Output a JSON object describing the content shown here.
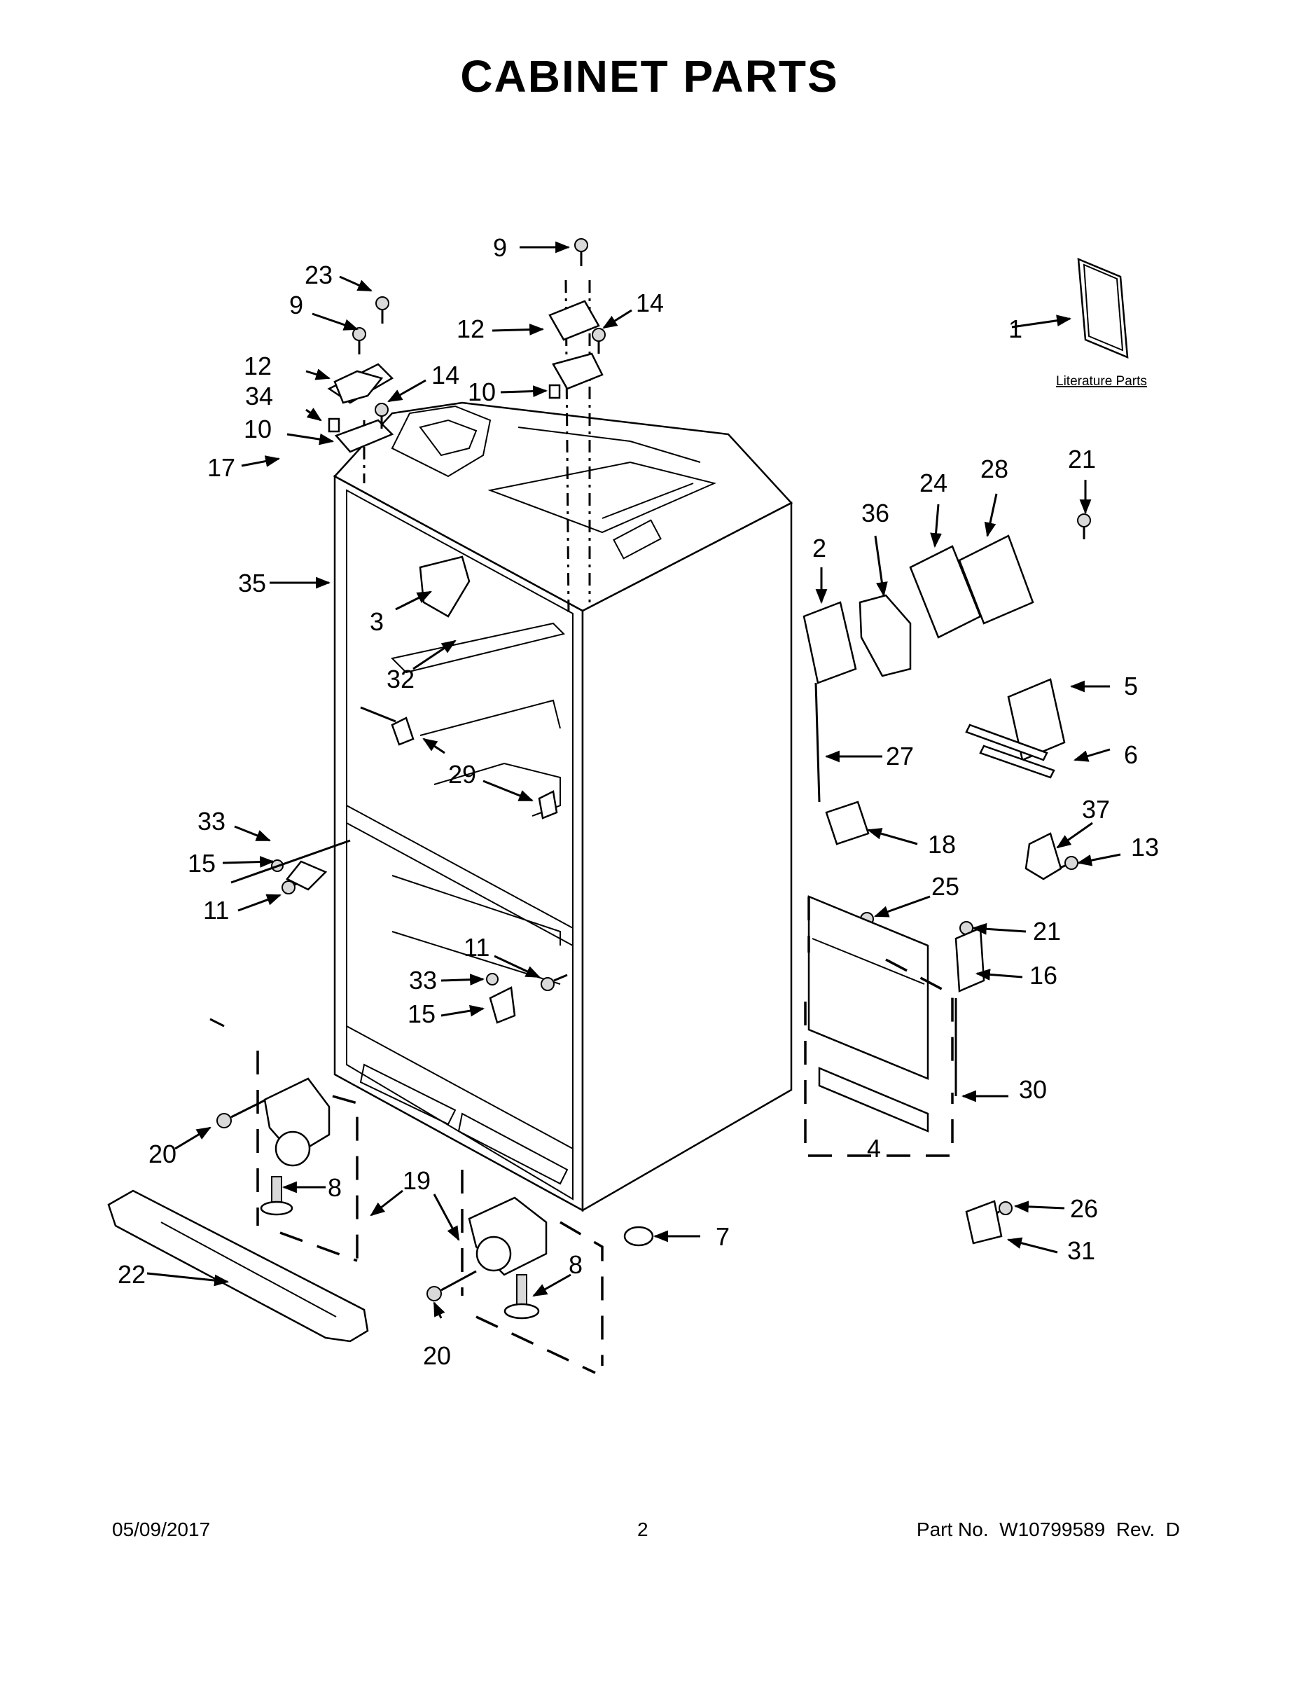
{
  "header": {
    "title": "CABINET PARTS"
  },
  "footer": {
    "date": "05/09/2017",
    "page": "2",
    "part_number": "Part No.  W10799589  Rev.  D"
  },
  "literature": {
    "label": "Literature Parts"
  },
  "callouts": [
    {
      "id": "c1",
      "text": "1"
    },
    {
      "id": "c2",
      "text": "2"
    },
    {
      "id": "c3",
      "text": "3"
    },
    {
      "id": "c4",
      "text": "4"
    },
    {
      "id": "c5",
      "text": "5"
    },
    {
      "id": "c6",
      "text": "6"
    },
    {
      "id": "c7",
      "text": "7"
    },
    {
      "id": "c8a",
      "text": "8"
    },
    {
      "id": "c8b",
      "text": "8"
    },
    {
      "id": "c9a",
      "text": "9"
    },
    {
      "id": "c9b",
      "text": "9"
    },
    {
      "id": "c10a",
      "text": "10"
    },
    {
      "id": "c10b",
      "text": "10"
    },
    {
      "id": "c11a",
      "text": "11"
    },
    {
      "id": "c11b",
      "text": "11"
    },
    {
      "id": "c12a",
      "text": "12"
    },
    {
      "id": "c12b",
      "text": "12"
    },
    {
      "id": "c13",
      "text": "13"
    },
    {
      "id": "c14a",
      "text": "14"
    },
    {
      "id": "c14b",
      "text": "14"
    },
    {
      "id": "c15a",
      "text": "15"
    },
    {
      "id": "c15b",
      "text": "15"
    },
    {
      "id": "c16",
      "text": "16"
    },
    {
      "id": "c17",
      "text": "17"
    },
    {
      "id": "c18",
      "text": "18"
    },
    {
      "id": "c19",
      "text": "19"
    },
    {
      "id": "c20a",
      "text": "20"
    },
    {
      "id": "c20b",
      "text": "20"
    },
    {
      "id": "c21a",
      "text": "21"
    },
    {
      "id": "c21b",
      "text": "21"
    },
    {
      "id": "c22",
      "text": "22"
    },
    {
      "id": "c23",
      "text": "23"
    },
    {
      "id": "c24",
      "text": "24"
    },
    {
      "id": "c25",
      "text": "25"
    },
    {
      "id": "c26",
      "text": "26"
    },
    {
      "id": "c27",
      "text": "27"
    },
    {
      "id": "c28",
      "text": "28"
    },
    {
      "id": "c29",
      "text": "29"
    },
    {
      "id": "c30",
      "text": "30"
    },
    {
      "id": "c31",
      "text": "31"
    },
    {
      "id": "c32",
      "text": "32"
    },
    {
      "id": "c33a",
      "text": "33"
    },
    {
      "id": "c33b",
      "text": "33"
    },
    {
      "id": "c34",
      "text": "34"
    },
    {
      "id": "c35",
      "text": "35"
    },
    {
      "id": "c36",
      "text": "36"
    },
    {
      "id": "c37",
      "text": "37"
    }
  ]
}
